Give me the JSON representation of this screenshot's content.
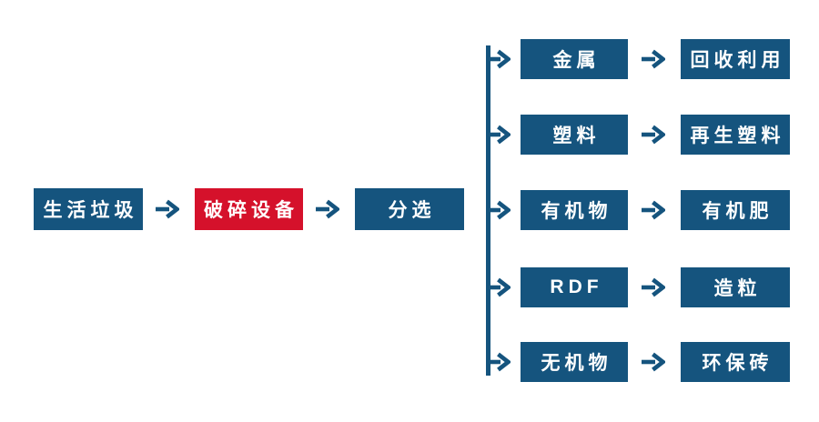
{
  "diagram": {
    "background": "#ffffff",
    "colors": {
      "node_blue": "#15547E",
      "node_red": "#D5112B",
      "arrow_blue": "#15547E",
      "text_white": "#ffffff"
    },
    "main_flow": [
      {
        "label": "生活垃圾"
      },
      {
        "label": "破碎设备"
      },
      {
        "label": "分选"
      }
    ],
    "branches": [
      {
        "category": "金属",
        "result": "回收利用"
      },
      {
        "category": "塑料",
        "result": "再生塑料"
      },
      {
        "category": "有机物",
        "result": "有机肥"
      },
      {
        "category": "RDF",
        "result": "造粒"
      },
      {
        "category": "无机物",
        "result": "环保砖"
      }
    ]
  }
}
